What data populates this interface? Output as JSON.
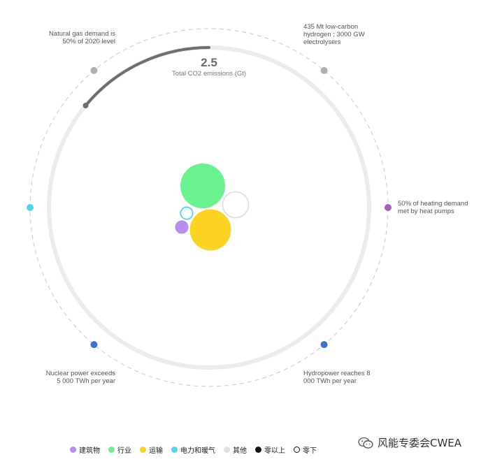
{
  "chart_data": {
    "type": "bubble-radial",
    "center_value": "2.5",
    "center_label": "Total CO2 emissions (Gt)",
    "progress_fraction": 0.14,
    "milestones": [
      {
        "text": "Natural gas demand is\n50% of 2020 level",
        "color": "#b0b0b0",
        "angle_deg": -40
      },
      {
        "text": "435 Mt low-carbon\nhydrogen ; 3000 GW\nelectrolysers",
        "color": "#b0b0b0",
        "angle_deg": 40
      },
      {
        "text": "50% of heating demand\nmet by heat pumps",
        "color": "#a65fb8",
        "angle_deg": 90
      },
      {
        "text": "Hydropower reaches 8\n000 TWh per year",
        "color": "#3c6fd1",
        "angle_deg": 140
      },
      {
        "text": "Nuclear power exceeds\n5 000 TWh per year",
        "color": "#3c6fd1",
        "angle_deg": 220
      },
      {
        "text": "",
        "color": "#4fd4f0",
        "angle_deg": 270
      }
    ],
    "bubbles": [
      {
        "series": "行业",
        "color": "#6af28e",
        "filled": true,
        "relative_size": 1.0
      },
      {
        "series": "运输",
        "color": "#fdd323",
        "filled": true,
        "relative_size": 0.92
      },
      {
        "series": "其他",
        "color": "#e2e2e2",
        "filled": false,
        "relative_size": 0.58
      },
      {
        "series": "建筑物",
        "color": "#b98df0",
        "filled": true,
        "relative_size": 0.3
      },
      {
        "series": "电力和暖气",
        "color": "#4fd4f0",
        "filled": false,
        "relative_size": 0.27
      }
    ]
  },
  "legend": [
    {
      "label": "建筑物",
      "color": "#b98df0",
      "style": "filled"
    },
    {
      "label": "行业",
      "color": "#6af28e",
      "style": "filled"
    },
    {
      "label": "运输",
      "color": "#fdd323",
      "style": "filled"
    },
    {
      "label": "电力和暖气",
      "color": "#4fd4f0",
      "style": "filled"
    },
    {
      "label": "其他",
      "color": "#e2e2e2",
      "style": "filled"
    },
    {
      "label": "零以上",
      "color": "#111111",
      "style": "filled"
    },
    {
      "label": "零下",
      "color": "#111111",
      "style": "outline"
    }
  ],
  "watermark": {
    "text": "风能专委会CWEA",
    "icon": "wechat-icon"
  }
}
